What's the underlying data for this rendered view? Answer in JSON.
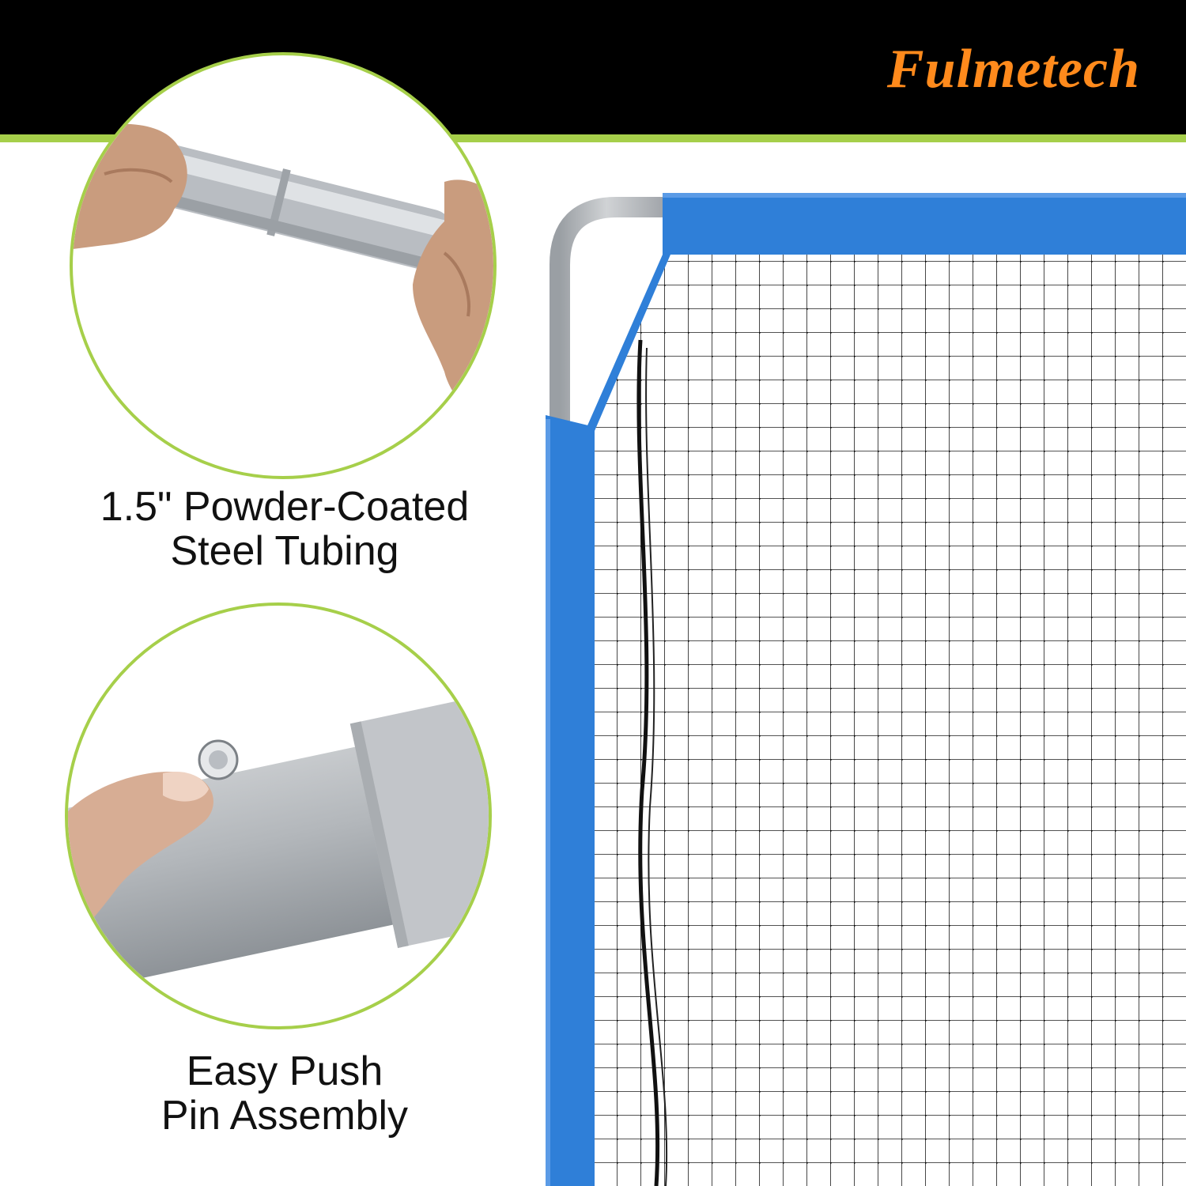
{
  "brand": {
    "name": "Fulmetech",
    "color": "#ff8a1c"
  },
  "accent_color": "#a6cf4a",
  "frame_color": "#2f7fd8",
  "features": [
    {
      "line1": "1.5\" Powder-Coated",
      "line2": "Steel Tubing",
      "image": "hands-holding-steel-tube"
    },
    {
      "line1": "Easy Push",
      "line2": "Pin Assembly",
      "image": "finger-pressing-push-pin"
    }
  ],
  "product_image": "net-frame-corner"
}
